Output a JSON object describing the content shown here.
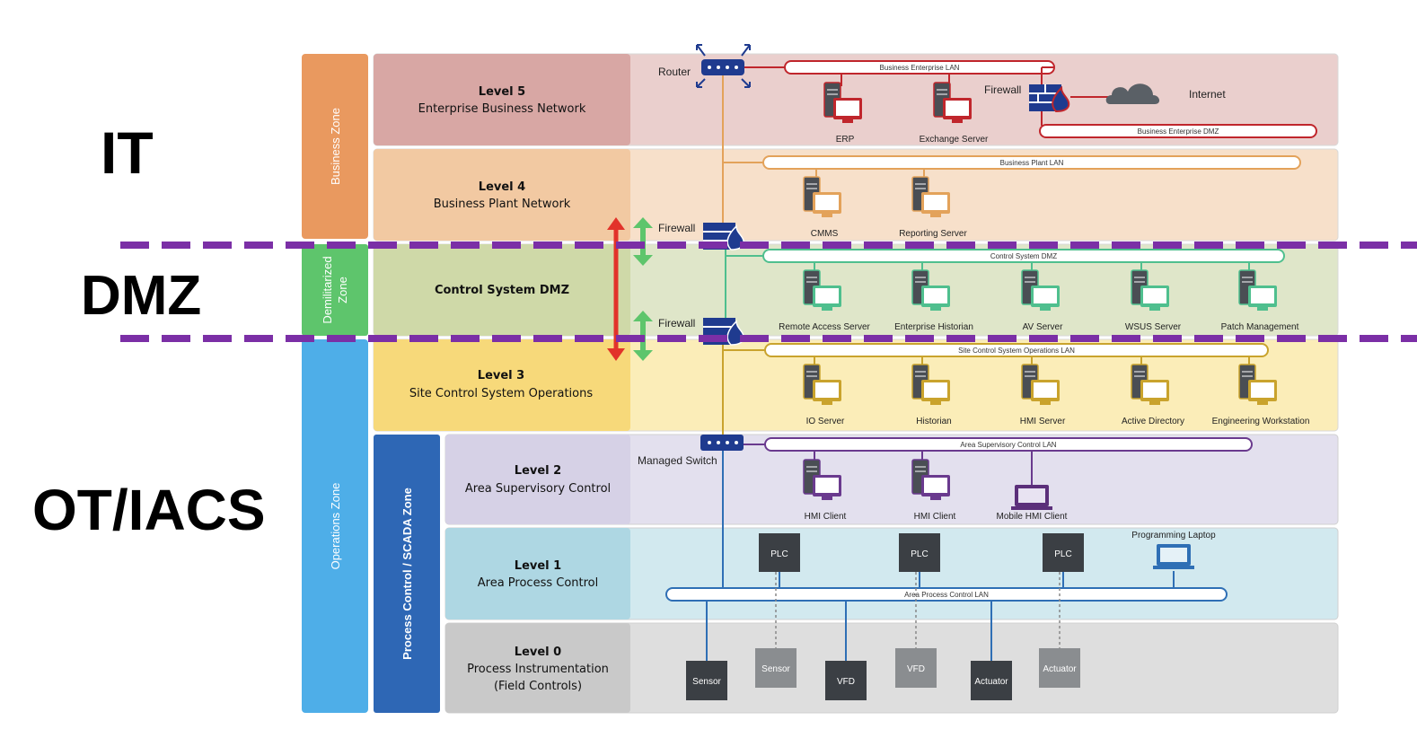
{
  "side_labels": {
    "it": "IT",
    "dmz": "DMZ",
    "ot": "OT/IACS"
  },
  "zones": {
    "business": "Business Zone",
    "dmz_line1": "Demilitarized",
    "dmz_line2": "Zone",
    "operations": "Operations Zone",
    "scada": "Process Control / SCADA Zone"
  },
  "levels": {
    "l5": {
      "title": "Level 5",
      "subtitle": "Enterprise Business Network"
    },
    "l4": {
      "title": "Level 4",
      "subtitle": "Business Plant Network"
    },
    "dmz": {
      "title": "Control System DMZ"
    },
    "l3": {
      "title": "Level 3",
      "subtitle": "Site Control System Operations"
    },
    "l2": {
      "title": "Level 2",
      "subtitle": "Area Supervisory Control"
    },
    "l1": {
      "title": "Level 1",
      "subtitle": "Area Process Control"
    },
    "l0": {
      "title": "Level 0",
      "subtitle": "Process Instrumentation",
      "subtitle2": "(Field Controls)"
    }
  },
  "lans": {
    "business_enterprise_lan": "Business Enterprise LAN",
    "business_enterprise_dmz": "Business Enterprise DMZ",
    "business_plant_lan": "Business Plant LAN",
    "control_system_dmz": "Control System DMZ",
    "site_control_lan": "Site Control System Operations LAN",
    "area_supervisory_lan": "Area Supervisory Control LAN",
    "area_process_lan": "Area Process Control LAN"
  },
  "labels": {
    "router": "Router",
    "firewall_top": "Firewall",
    "internet": "Internet",
    "firewall_l4": "Firewall",
    "firewall_dmz": "Firewall",
    "managed_switch": "Managed Switch",
    "programming_laptop": "Programming Laptop"
  },
  "devices": {
    "erp": "ERP",
    "exchange": "Exchange Server",
    "cmms": "CMMS",
    "reporting": "Reporting Server",
    "remote_access": "Remote Access Server",
    "ent_historian": "Enterprise Historian",
    "av": "AV Server",
    "wsus": "WSUS Server",
    "patch": "Patch Management",
    "io": "IO Server",
    "historian": "Historian",
    "hmi_server": "HMI Server",
    "active_dir": "Active Directory",
    "eng_ws": "Engineering Workstation",
    "hmi_client1": "HMI Client",
    "hmi_client2": "HMI Client",
    "mobile_hmi": "Mobile HMI Client"
  },
  "plcs": [
    "PLC",
    "PLC",
    "PLC"
  ],
  "field": [
    "Sensor",
    "Sensor",
    "VFD",
    "VFD",
    "Actuator",
    "Actuator"
  ],
  "colors": {
    "it_dash": "#7b2fa6",
    "l5": "#eacfcd",
    "l5_head": "#d8a7a4",
    "l4": "#f7e0ca",
    "l4_head": "#f2c9a2",
    "dmz": "#dfe6c9",
    "dmz_head": "#cfd9a8",
    "l3": "#fbedb8",
    "l3_head": "#f7d97a",
    "l2": "#e3e0ee",
    "l2_head": "#d6d1e6",
    "l1": "#d2e9ef",
    "l1_head": "#aed7e3",
    "l0": "#dedede",
    "l0_head": "#c9c9c9"
  }
}
